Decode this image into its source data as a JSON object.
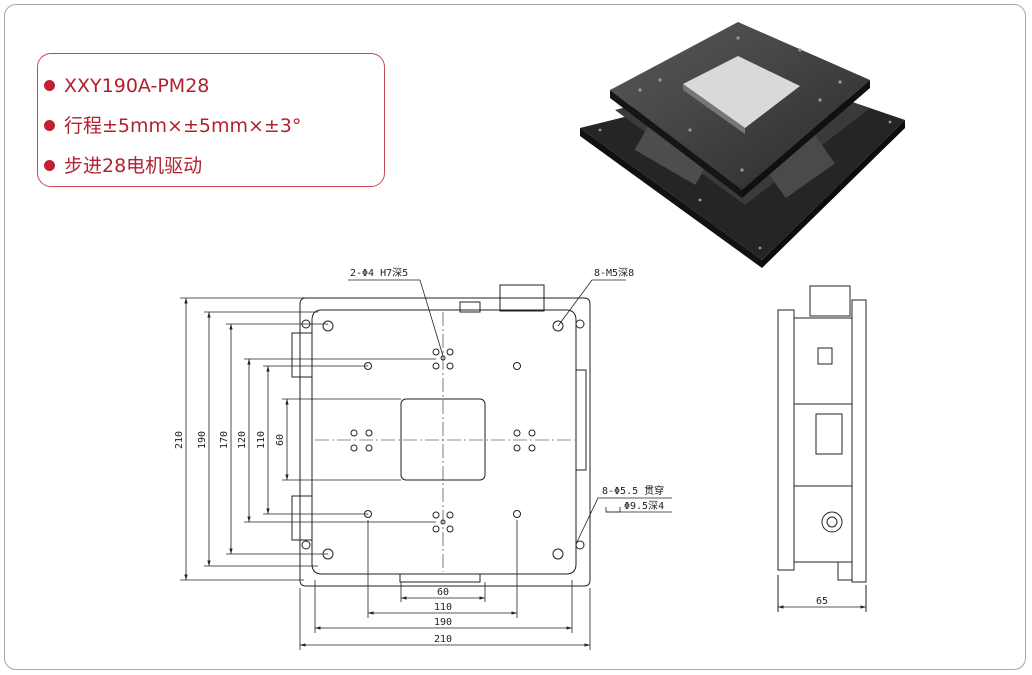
{
  "specs": {
    "items": [
      "XXY190A-PM28",
      "行程±5mm×±5mm×±3°",
      "步进28电机驱动"
    ]
  },
  "drawing": {
    "callouts": {
      "dowel": "2-Φ4 H7深5",
      "tapped": "8-M5深8",
      "thru_line1": "8-Φ5.5 贯穿",
      "thru_line2": "Φ9.5深4"
    },
    "dimensions": {
      "bottom": [
        "60",
        "110",
        "190",
        "210"
      ],
      "left": [
        "210",
        "190",
        "170",
        "120",
        "110",
        "60"
      ],
      "side_width": "65"
    }
  }
}
